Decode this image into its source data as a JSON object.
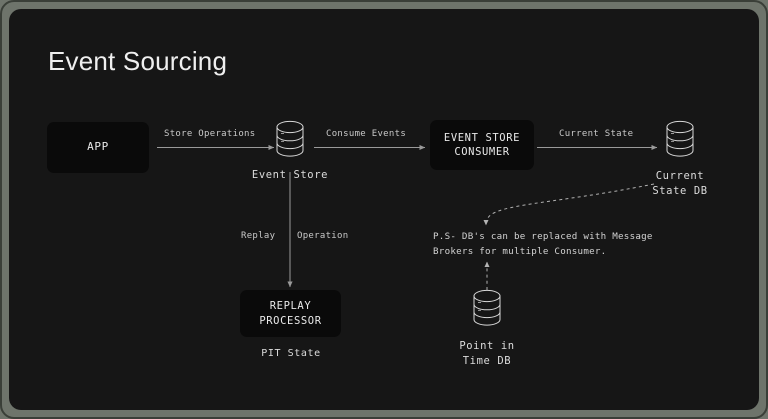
{
  "diagram": {
    "title": "Event Sourcing",
    "theme": {
      "panel_bg": "#161616",
      "frame_bg": "#6e746b",
      "node_bg": "#0a0a0a",
      "text": "#e9e9e9",
      "edge": "#9a9a9a",
      "dashed_edge": "#b0b0b0"
    },
    "nodes": {
      "app": {
        "label": "APP"
      },
      "event_store": {
        "label": "Event Store",
        "icon": "database-cylinder-icon"
      },
      "event_store_consumer": {
        "line1": "EVENT STORE",
        "line2": "CONSUMER"
      },
      "current_state_db": {
        "line1": "Current",
        "line2": "State DB",
        "icon": "database-cylinder-icon"
      },
      "replay_processor": {
        "line1": "REPLAY",
        "line2": "PROCESSOR",
        "caption": "PIT State"
      },
      "point_in_time_db": {
        "line1": "Point in",
        "line2": "Time DB",
        "icon": "database-cylinder-icon"
      }
    },
    "edges": {
      "store_operations": {
        "label": "Store Operations",
        "style": "solid"
      },
      "consume_events": {
        "label": "Consume Events",
        "style": "solid"
      },
      "current_state": {
        "label": "Current State",
        "style": "solid"
      },
      "replay_operation": {
        "label_left": "Replay",
        "label_right": "Operation",
        "style": "solid"
      },
      "note_from_current_state_db": {
        "style": "dashed"
      },
      "note_from_point_in_time_db": {
        "style": "dashed"
      }
    },
    "note": {
      "line1": "P.S- DB's can be replaced with Message",
      "line2": "Brokers for multiple Consumer."
    }
  }
}
